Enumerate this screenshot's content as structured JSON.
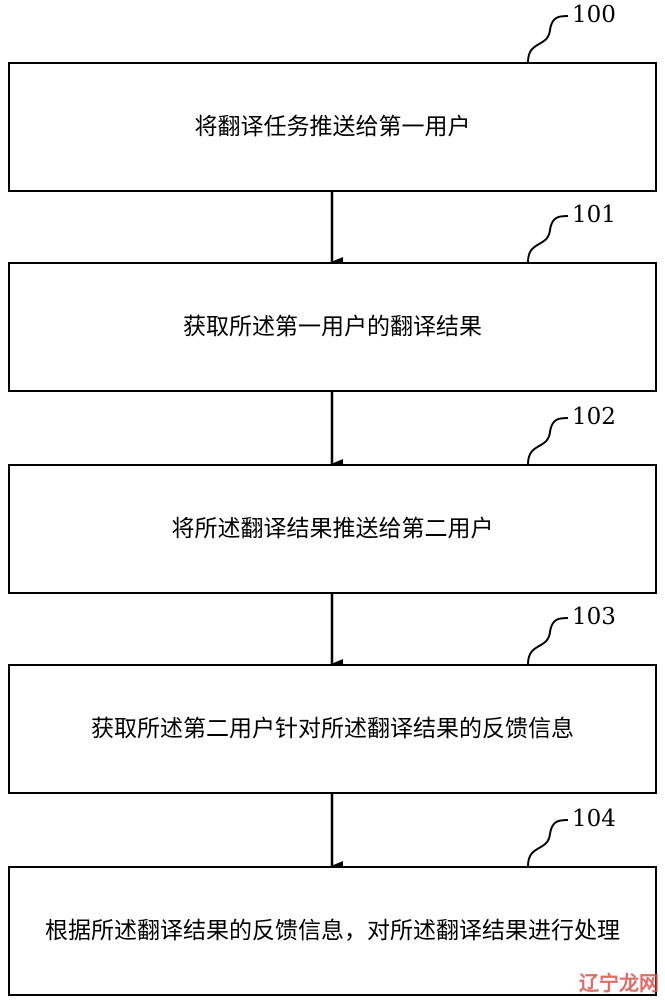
{
  "steps": [
    {
      "label": "100",
      "text": "将翻译任务推送给第一用户"
    },
    {
      "label": "101",
      "text": "获取所述第一用户的翻译结果"
    },
    {
      "label": "102",
      "text": "将所述翻译结果推送给第二用户"
    },
    {
      "label": "103",
      "text": "获取所述第二用户针对所述翻译结果的反馈信息"
    },
    {
      "label": "104",
      "text": "根据所述翻译结果的反馈信息，对所述翻译结果进行处理"
    }
  ],
  "watermark": "辽宁龙网"
}
